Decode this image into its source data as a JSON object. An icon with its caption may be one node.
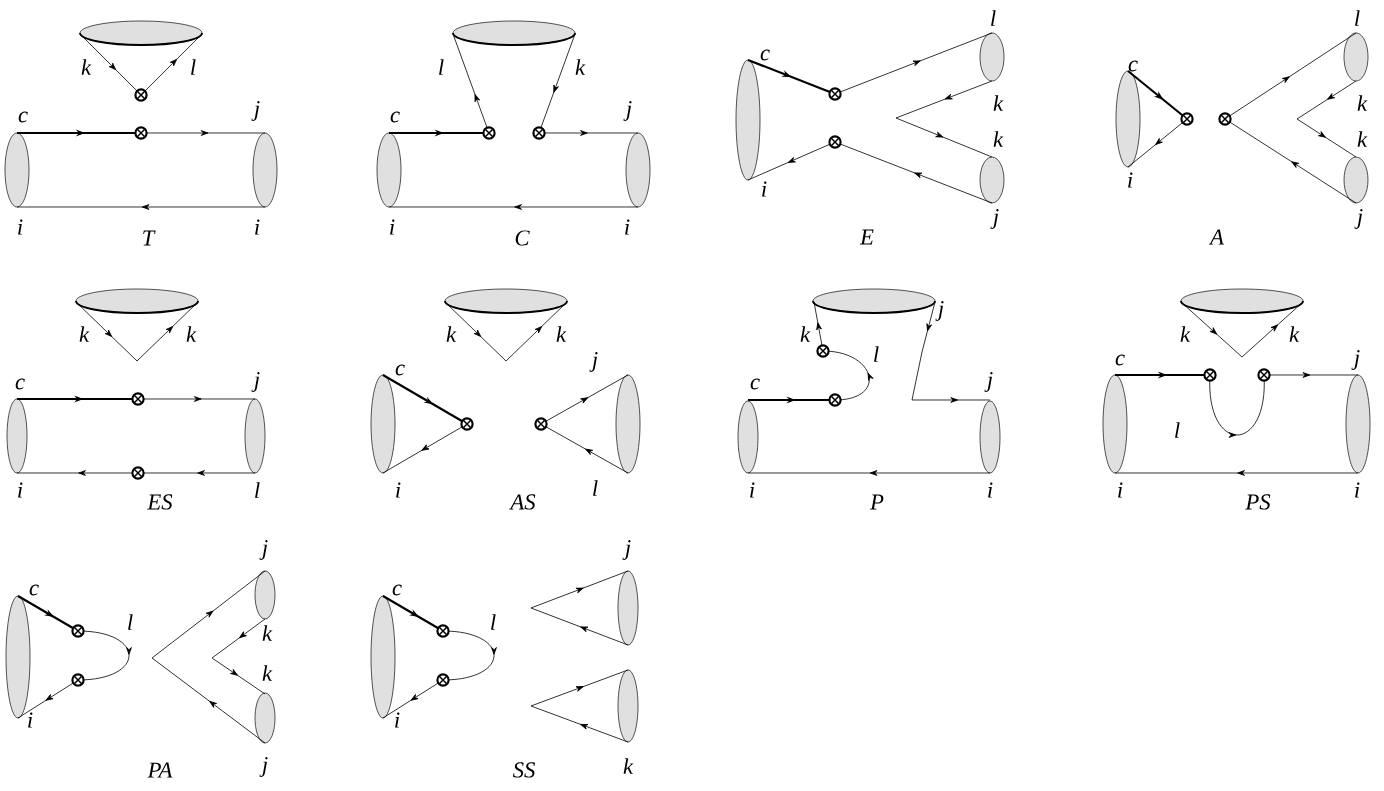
{
  "diagram": {
    "labels": [
      "k",
      "l",
      "c",
      "j",
      "i",
      "i",
      "T",
      "l",
      "k",
      "c",
      "j",
      "i",
      "i",
      "C",
      "l",
      "c",
      "k",
      "k",
      "i",
      "j",
      "E",
      "l",
      "c",
      "k",
      "k",
      "i",
      "j",
      "A",
      "k",
      "k",
      "c",
      "j",
      "i",
      "l",
      "ES",
      "k",
      "k",
      "c",
      "j",
      "i",
      "l",
      "AS",
      "k",
      "j",
      "l",
      "c",
      "j",
      "i",
      "i",
      "P",
      "k",
      "k",
      "c",
      "j",
      "l",
      "i",
      "i",
      "PS",
      "j",
      "c",
      "l",
      "k",
      "k",
      "i",
      "PA",
      "j",
      "j",
      "c",
      "l",
      "i",
      "SS",
      "k"
    ]
  }
}
